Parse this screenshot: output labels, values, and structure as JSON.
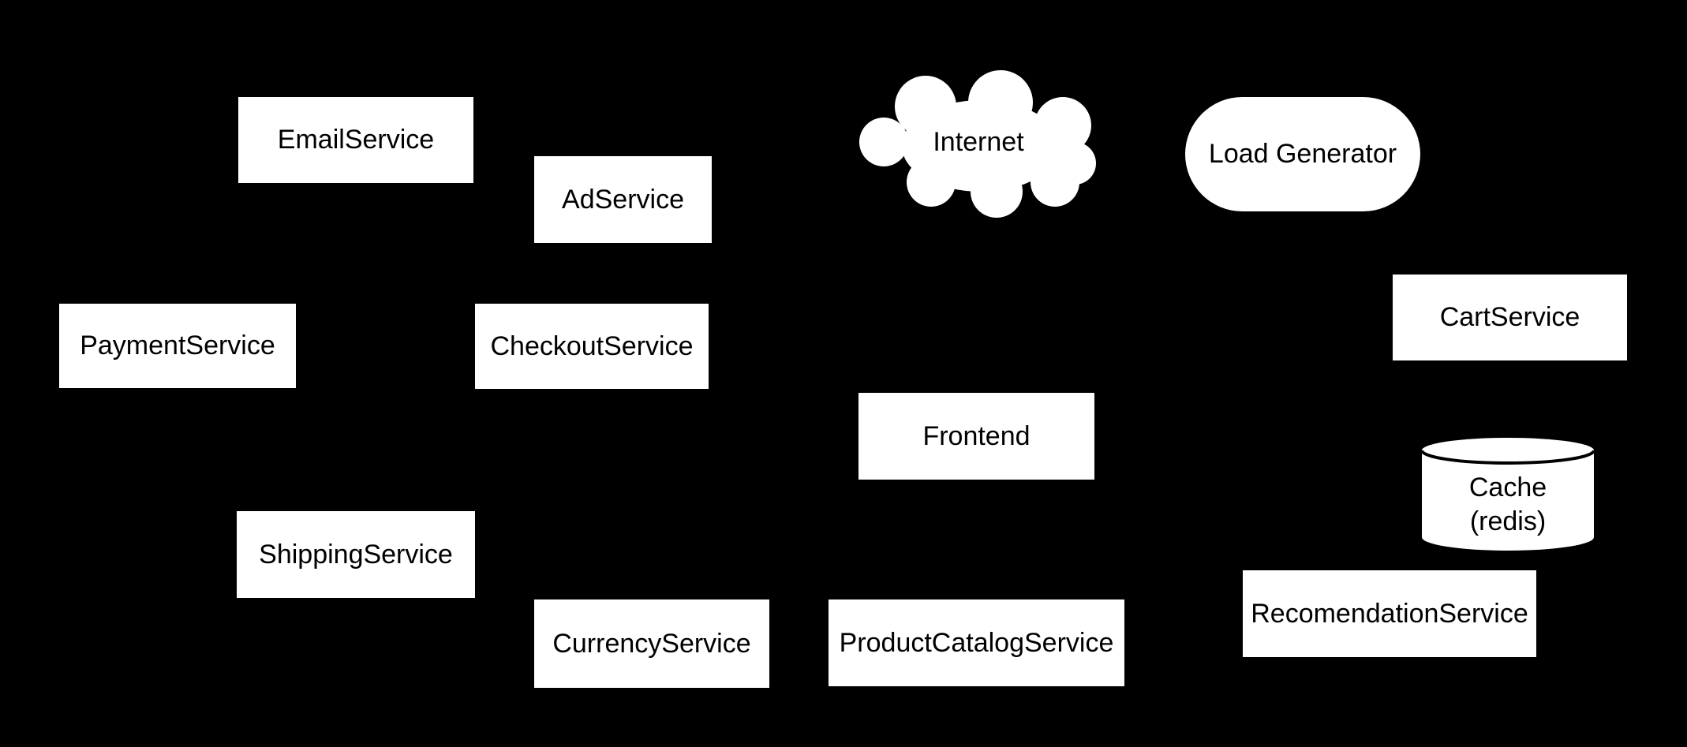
{
  "diagram": {
    "background_color": "#000000",
    "node_fill_color": "#ffffff",
    "node_text_color": "#000000",
    "nodes": [
      {
        "id": "email",
        "label": "EmailService",
        "shape": "rectangle"
      },
      {
        "id": "ad",
        "label": "AdService",
        "shape": "rectangle"
      },
      {
        "id": "internet",
        "label": "Internet",
        "shape": "cloud"
      },
      {
        "id": "loadgenerator",
        "label": "Load Generator",
        "shape": "rounded-pill"
      },
      {
        "id": "payment",
        "label": "PaymentService",
        "shape": "rectangle"
      },
      {
        "id": "checkout",
        "label": "CheckoutService",
        "shape": "rectangle"
      },
      {
        "id": "cart",
        "label": "CartService",
        "shape": "rectangle"
      },
      {
        "id": "frontend",
        "label": "Frontend",
        "shape": "rectangle"
      },
      {
        "id": "cache",
        "label": "Cache",
        "sublabel": "(redis)",
        "shape": "cylinder"
      },
      {
        "id": "shipping",
        "label": "ShippingService",
        "shape": "rectangle"
      },
      {
        "id": "currency",
        "label": "CurrencyService",
        "shape": "rectangle"
      },
      {
        "id": "productcatalog",
        "label": "ProductCatalogService",
        "shape": "rectangle"
      },
      {
        "id": "recommendation",
        "label": "RecomendationService",
        "shape": "rectangle"
      }
    ]
  }
}
